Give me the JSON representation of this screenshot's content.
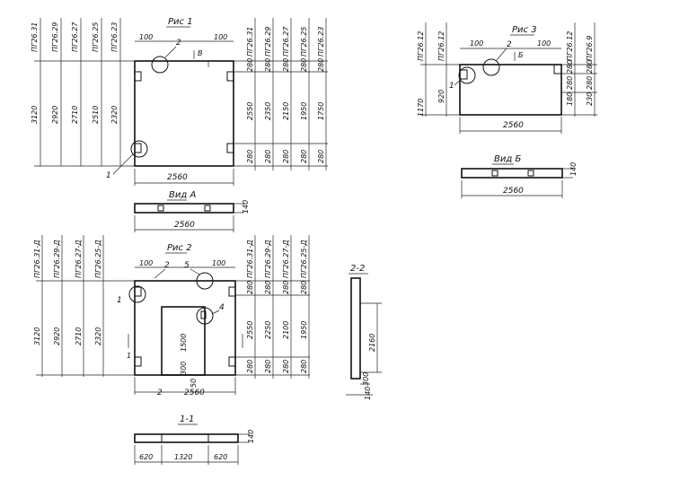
{
  "fig1": {
    "title": "Рис 1",
    "callout_2": "2",
    "dim_left_100": "100",
    "dim_right_100": "100",
    "arrow_b": "В",
    "callout_1": "1",
    "width": "2560",
    "marks_left": [
      "ПГ26.31",
      "ПГ26.29",
      "ПГ26.27",
      "ПГ26.25",
      "ПГ26.23"
    ],
    "heights_left": [
      "3120",
      "2920",
      "2710",
      "2510",
      "2320"
    ],
    "marks_right": [
      "ПГ26.31",
      "ПГ26.29",
      "ПГ26.27",
      "ПГ26.25",
      "ПГ26.23"
    ],
    "top_right": [
      "280",
      "280",
      "280",
      "280",
      "280"
    ],
    "heights_right": [
      "2550",
      "2350",
      "2150",
      "1950",
      "1750"
    ],
    "bottom_right": [
      "280",
      "280",
      "280",
      "280",
      "280"
    ]
  },
  "view_a": {
    "title": "Вид А",
    "width": "2560",
    "thickness": "140"
  },
  "fig3": {
    "title": "Рис 3",
    "callout_2": "2",
    "callout_1": "1",
    "dim_left_100": "100",
    "dim_right_100": "100",
    "arrow_b": "Б",
    "marks_left": [
      "ПГ26.12",
      "ПГ26.12"
    ],
    "heights_left": [
      "1170",
      "920"
    ],
    "marks_right": [
      "ПГ26.12",
      "ПГ26.9"
    ],
    "top_right": [
      "280",
      "280"
    ],
    "heights_right": [
      "180",
      "230"
    ],
    "bottom_right": [
      "280",
      "280"
    ],
    "width": "2560"
  },
  "view_b": {
    "title": "Вид Б",
    "width": "2560",
    "thickness": "140"
  },
  "fig2": {
    "title": "Рис 2",
    "callout_2": "2",
    "callout_5": "5",
    "callout_1": "1",
    "callout_4": "4",
    "dim_left_100": "100",
    "dim_right_100": "100",
    "section_mark": "1",
    "arrow_2": "2",
    "width": "2560",
    "opening_h": "1500",
    "opening_sill": "300",
    "dim_50": "50",
    "marks_left": [
      "ПГ26.31-Д",
      "ПГ26.29-Д",
      "ПГ26.27-Д",
      "ПГ26.25-Д"
    ],
    "heights_left": [
      "3120",
      "2920",
      "2710",
      "2320"
    ],
    "marks_right": [
      "ПГ26.31-Д",
      "ПГ26.29-Д",
      "ПГ26.27-Д",
      "ПГ26.25-Д"
    ],
    "top_right": [
      "280",
      "280",
      "280",
      "280"
    ],
    "heights_right": [
      "2550",
      "2250",
      "2100",
      "1950"
    ],
    "bottom_right": [
      "280",
      "280",
      "280",
      "280"
    ]
  },
  "sec22": {
    "title": "2-2",
    "height": "2160",
    "bottom": "300",
    "thickness": "140"
  },
  "sec11": {
    "title": "1-1",
    "thickness": "140",
    "dims": [
      "620",
      "1320",
      "620"
    ]
  }
}
